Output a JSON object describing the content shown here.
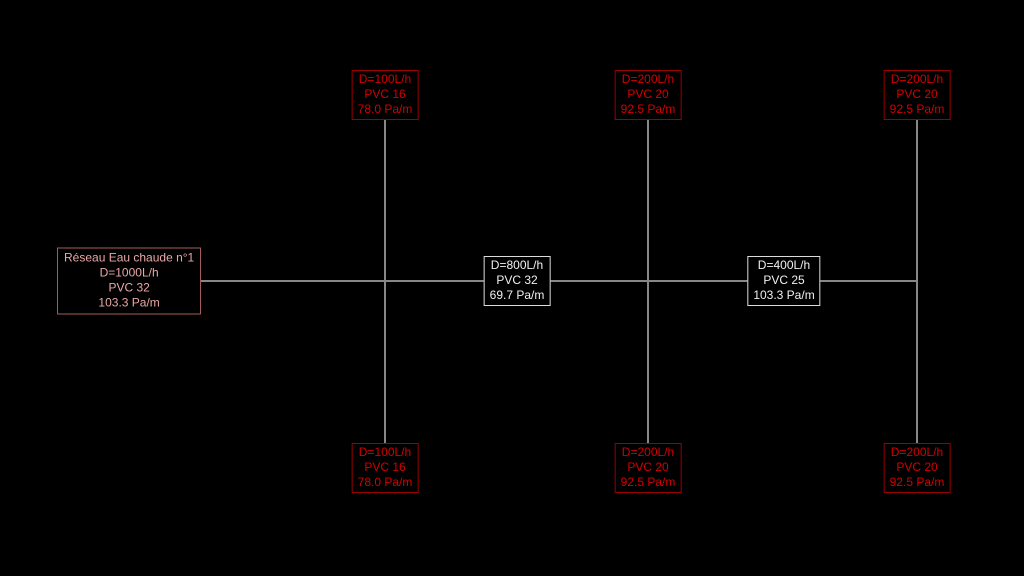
{
  "colors": {
    "background": "#000000",
    "pipe_line": "#878787",
    "branch_text": "#d40000",
    "branch_border": "#9a0000",
    "main_text": "#f0f0f0",
    "main_border": "#dcdcdc",
    "source_text": "#e9a8a8",
    "source_border": "#a35c5c"
  },
  "network": {
    "source": {
      "name": "Réseau Eau chaude n°1",
      "flow": "D=1000L/h",
      "pipe": "PVC 32",
      "pressure_drop": "103.3 Pa/m"
    },
    "main_segments": [
      {
        "flow": "D=800L/h",
        "pipe": "PVC 32",
        "pressure_drop": "69.7 Pa/m"
      },
      {
        "flow": "D=400L/h",
        "pipe": "PVC 25",
        "pressure_drop": "103.3 Pa/m"
      }
    ],
    "branches_top": [
      {
        "flow": "D=100L/h",
        "pipe": "PVC 16",
        "pressure_drop": "78.0 Pa/m"
      },
      {
        "flow": "D=200L/h",
        "pipe": "PVC 20",
        "pressure_drop": "92.5 Pa/m"
      },
      {
        "flow": "D=200L/h",
        "pipe": "PVC 20",
        "pressure_drop": "92.5 Pa/m"
      }
    ],
    "branches_bottom": [
      {
        "flow": "D=100L/h",
        "pipe": "PVC 16",
        "pressure_drop": "78.0 Pa/m"
      },
      {
        "flow": "D=200L/h",
        "pipe": "PVC 20",
        "pressure_drop": "92.5 Pa/m"
      },
      {
        "flow": "D=200L/h",
        "pipe": "PVC 20",
        "pressure_drop": "92.5 Pa/m"
      }
    ]
  }
}
